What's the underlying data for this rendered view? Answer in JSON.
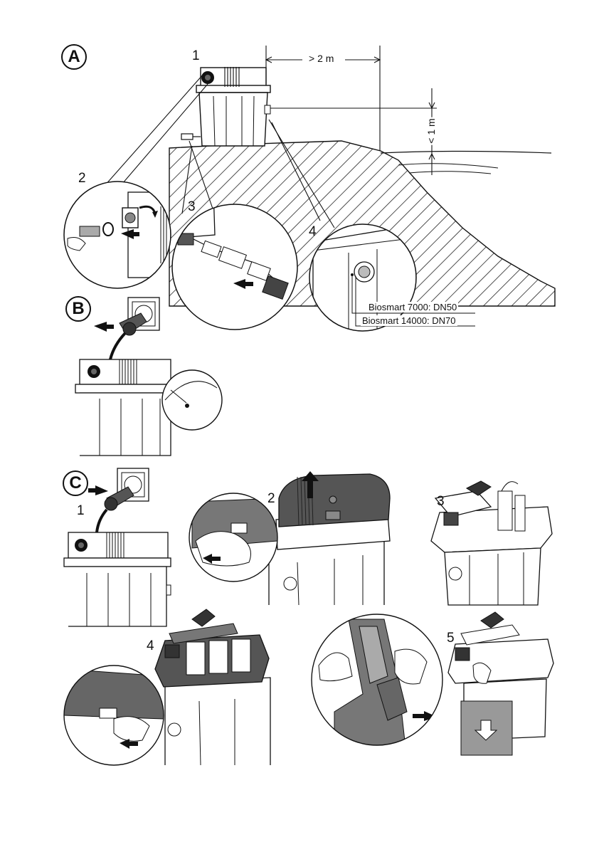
{
  "sections": {
    "a": {
      "badge": "A",
      "steps": [
        "1",
        "2",
        "3",
        "4"
      ]
    },
    "b": {
      "badge": "B"
    },
    "c": {
      "badge": "C",
      "steps": [
        "1",
        "2",
        "3",
        "4",
        "5"
      ]
    }
  },
  "dimensions": {
    "distance": "> 2 m",
    "height": "< 1 m"
  },
  "models": {
    "model_1": "Biosmart 7000: DN50",
    "model_2": "Biosmart 14000: DN70"
  }
}
